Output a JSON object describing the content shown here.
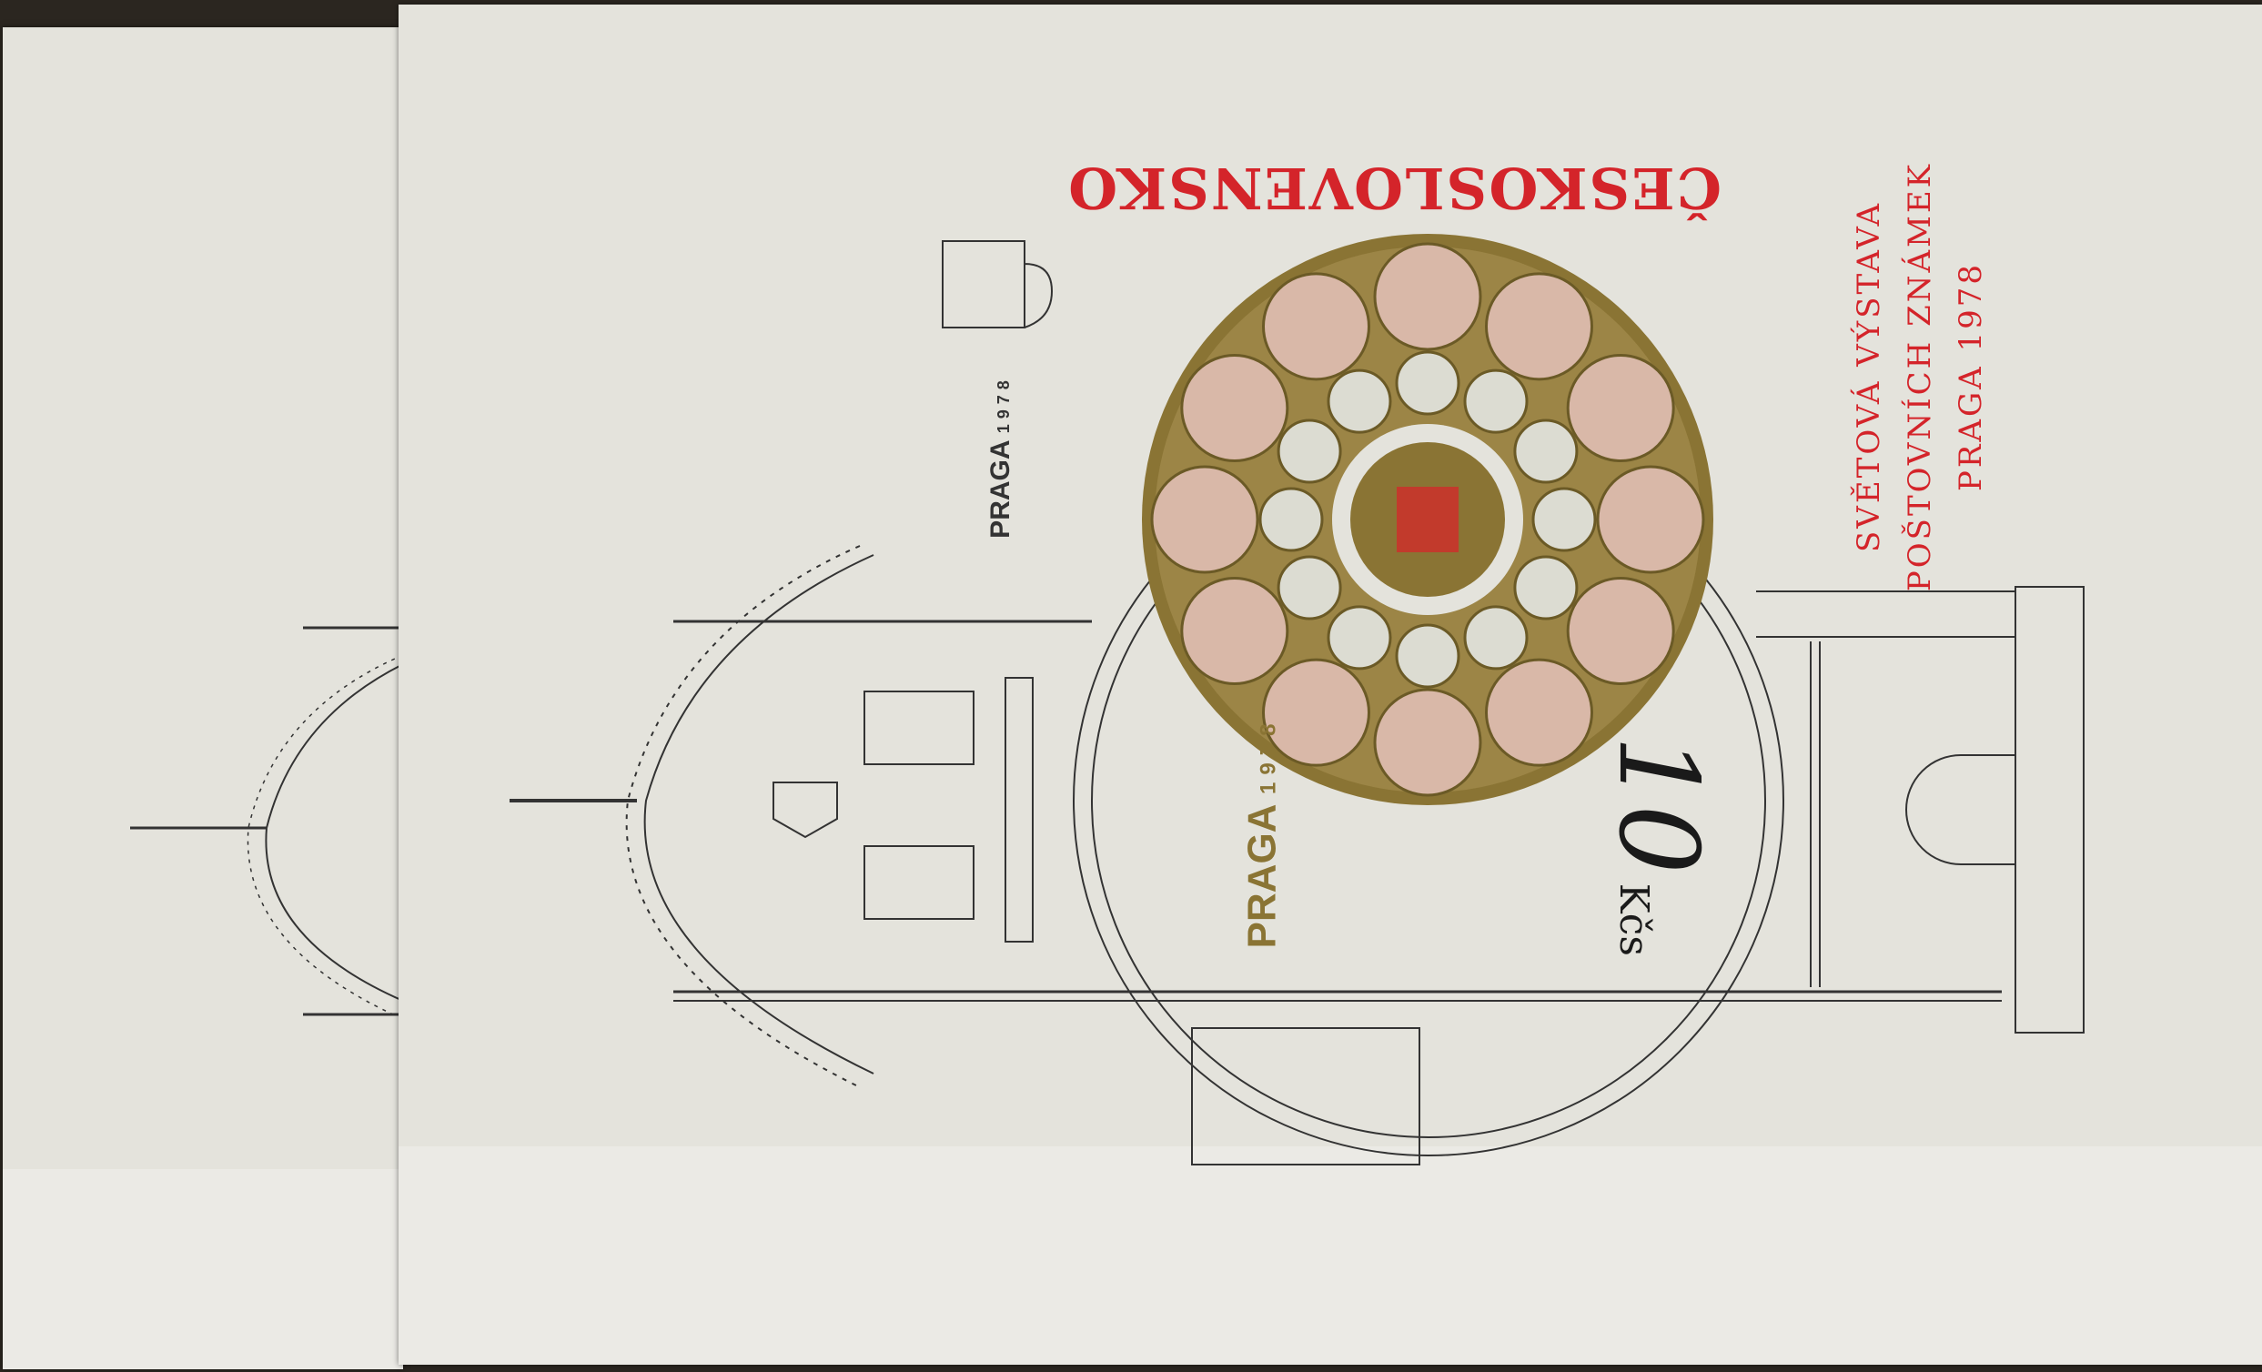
{
  "sheet": {
    "country_title": "ČESKOSLOVENSKO",
    "exhibition_lines": [
      "SVĚTOVÁ VÝSTAVA",
      "POŠTOVNÍCH ZNÁMEK",
      "PRAGA 1978"
    ],
    "denomination": "10",
    "currency": "Kčs",
    "logo_text": "PRAGA",
    "logo_year": "1978",
    "colors": {
      "red": "#d4242a",
      "gold": "#8a7434",
      "paper": "#e4e3dc"
    }
  }
}
